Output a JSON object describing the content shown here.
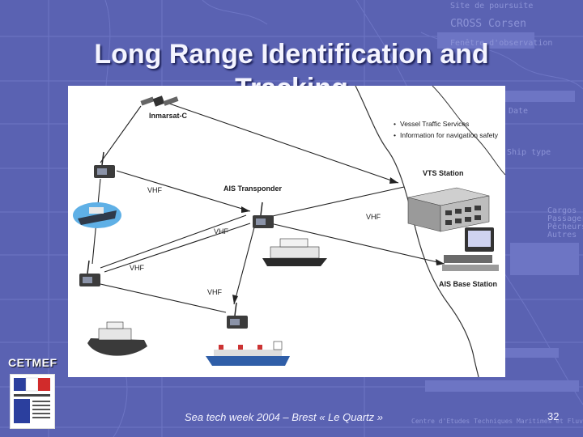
{
  "slide": {
    "title_line1": "Long Range Identification and",
    "title_line2": "Tracking",
    "org_label": "CETMEF",
    "footer": "Sea tech week 2004 – Brest « Le Quartz »",
    "page_number": "32"
  },
  "background_ghost_text": {
    "top_right_1": "Site de poursuite",
    "top_right_2": "CROSS Corsen",
    "top_right_3": "Fenêtre d'observation",
    "top_right_4": "Date",
    "ship_type": "Ship type",
    "checkbox_1": "Cargos",
    "checkbox_2": "Passagers",
    "checkbox_3": "Pêcheurs",
    "checkbox_4": "Autres",
    "bottom_right": "Centre d'Etudes Techniques Maritimes et Fluviales"
  },
  "diagram": {
    "inmarsat_label": "Inmarsat-C",
    "ais_transponder_label": "AIS Transponder",
    "vts_station_label": "VTS Station",
    "ais_base_station_label": "AIS Base Station",
    "vhf_label": "VHF",
    "bullets": [
      "Vessel Traffic Services",
      "Information for navigation safety"
    ]
  },
  "colors": {
    "background": "#5a62b2",
    "title": "#f4f4ff",
    "diagram_bg": "#ffffff"
  }
}
